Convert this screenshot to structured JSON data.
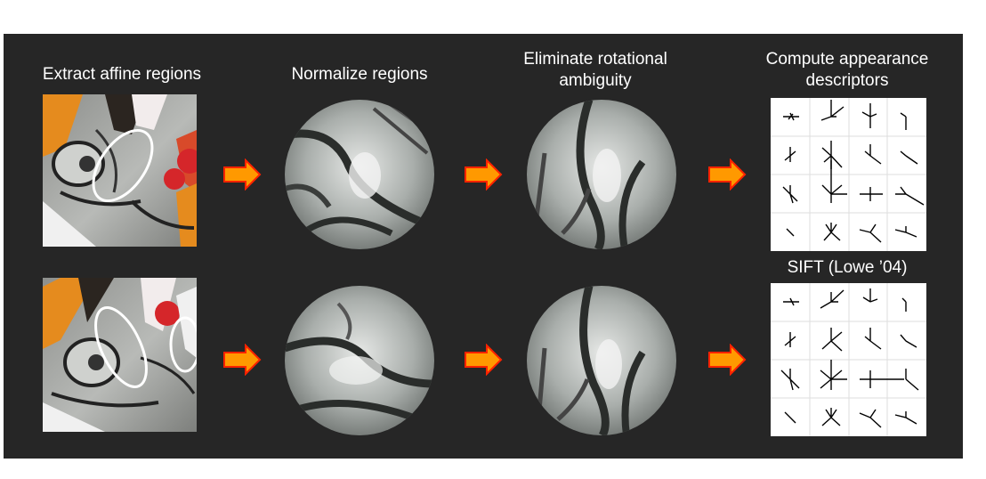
{
  "headings": {
    "step1": "Extract affine regions",
    "step2": "Normalize regions",
    "step3_line1": "Eliminate rotational",
    "step3_line2": "ambiguity",
    "step4_line1": "Compute appearance",
    "step4_line2": "descriptors"
  },
  "sift_label": "SIFT (Lowe ’04)",
  "colors": {
    "background": "#262626",
    "heading_text": "#ffffff",
    "arrow_fill": "#ff9900",
    "arrow_stroke": "#ff2200",
    "ellipse": "#ffffff",
    "grid_bg": "#ffffff",
    "grid_lines": "#dddddd"
  },
  "icons": {
    "arrow": "right-block-arrow-icon",
    "region": "ellipse-outline"
  }
}
